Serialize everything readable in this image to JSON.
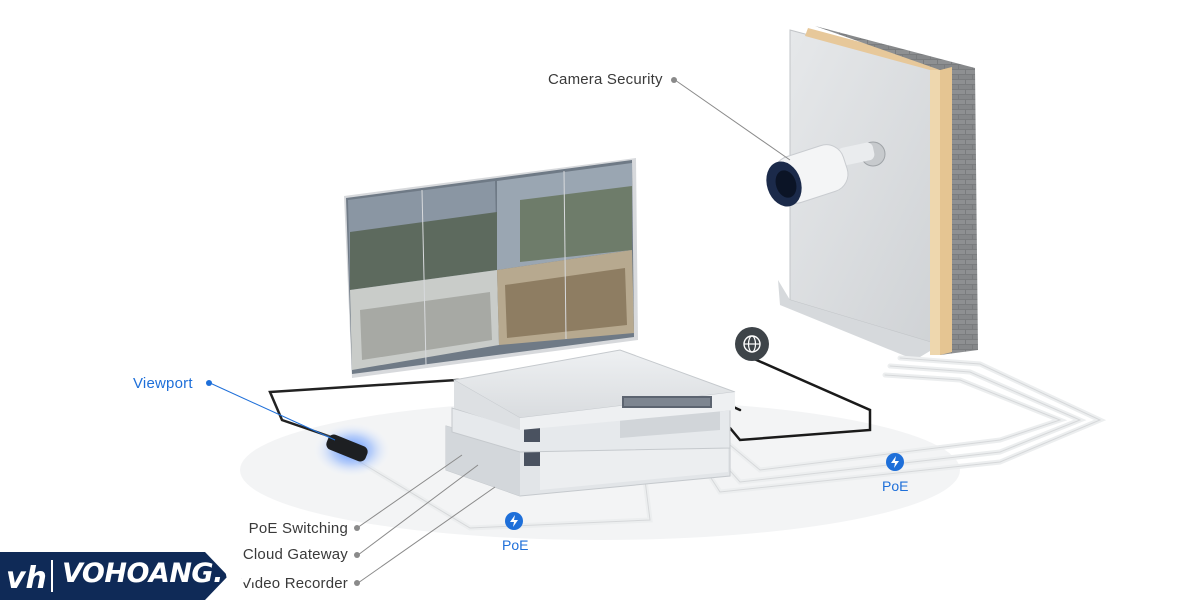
{
  "labels": {
    "camera": "Camera Security",
    "viewport": "Viewport",
    "poe_switching": "PoE Switching",
    "cloud_gateway": "Cloud Gateway",
    "video_recorder": "Video Recorder",
    "poe_left": "PoE",
    "poe_right": "PoE"
  },
  "brand": {
    "name": "VOHOANG.vn",
    "colors": {
      "bg": "#0f2a57",
      "accent": "#ffffff"
    }
  },
  "colors": {
    "accent_blue": "#1e6fd9",
    "label_gray": "#3a3a3a",
    "leader_gray": "#8a8a8a"
  }
}
